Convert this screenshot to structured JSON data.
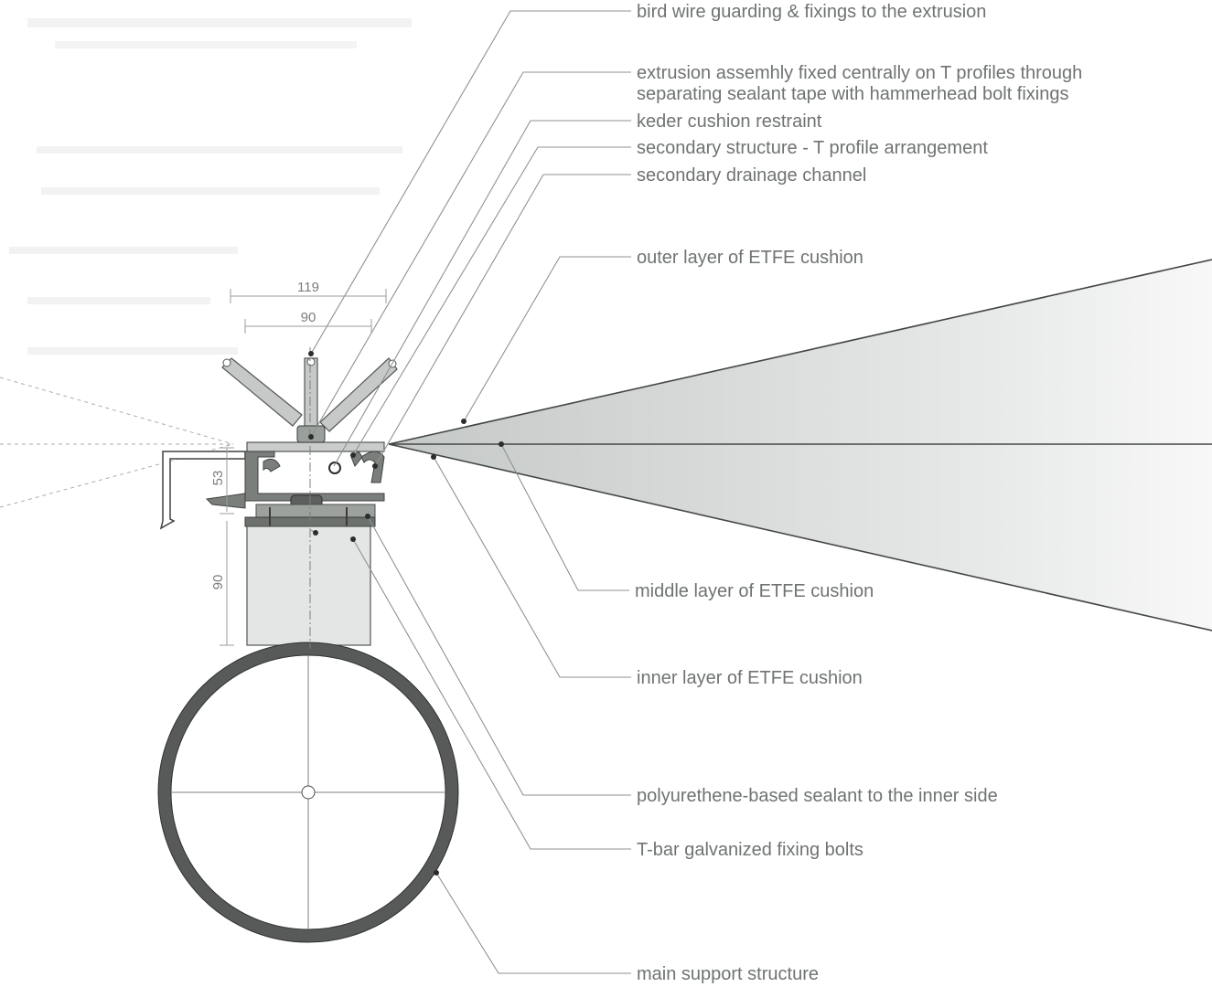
{
  "labels": {
    "bird_wire": "bird wire guarding & fixings to the extrusion",
    "extrusion_line1": "extrusion assemhly fixed centrally on T profiles through",
    "extrusion_line2": "separating sealant tape with hammerhead bolt fixings",
    "keder": "keder cushion restraint",
    "secondary_structure": "secondary structure - T profile arrangement",
    "drainage": "secondary drainage channel",
    "outer_layer": "outer layer of ETFE cushion",
    "middle_layer": "middle layer of ETFE cushion",
    "inner_layer": "inner layer of ETFE cushion",
    "sealant": "polyurethene-based sealant to the inner side",
    "bolts": "T-bar galvanized fixing bolts",
    "main_support": "main support structure"
  },
  "dimensions": {
    "top_overall": "119",
    "top_inner": "90",
    "left_upper": "53",
    "left_lower": "90"
  },
  "colors": {
    "line": "#8e938f",
    "text": "#6f7470",
    "metal": "#7b7f7c",
    "cushion": "#d4d7d5"
  }
}
